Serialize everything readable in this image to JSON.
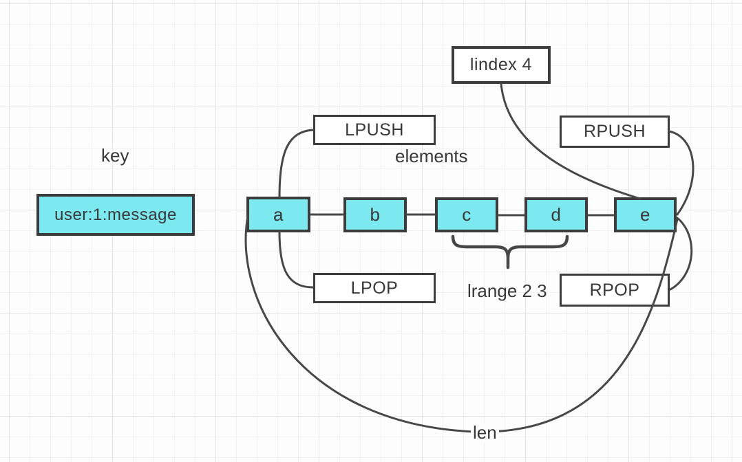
{
  "colors": {
    "cell_fill": "#7ce9f1",
    "node_border": "#3c3c3c",
    "connector": "#474747",
    "text": "#383838",
    "background": "#fdfdfd"
  },
  "labels": {
    "key": "key",
    "elements": "elements",
    "lrange": "lrange 2 3",
    "len": "len"
  },
  "key_node": {
    "value": "user:1:message"
  },
  "list": {
    "cells": [
      "a",
      "b",
      "c",
      "d",
      "e"
    ]
  },
  "operations": {
    "lpush": "LPUSH",
    "lpop": "LPOP",
    "rpush": "RPUSH",
    "rpop": "RPOP",
    "lindex": "lindex 4"
  }
}
